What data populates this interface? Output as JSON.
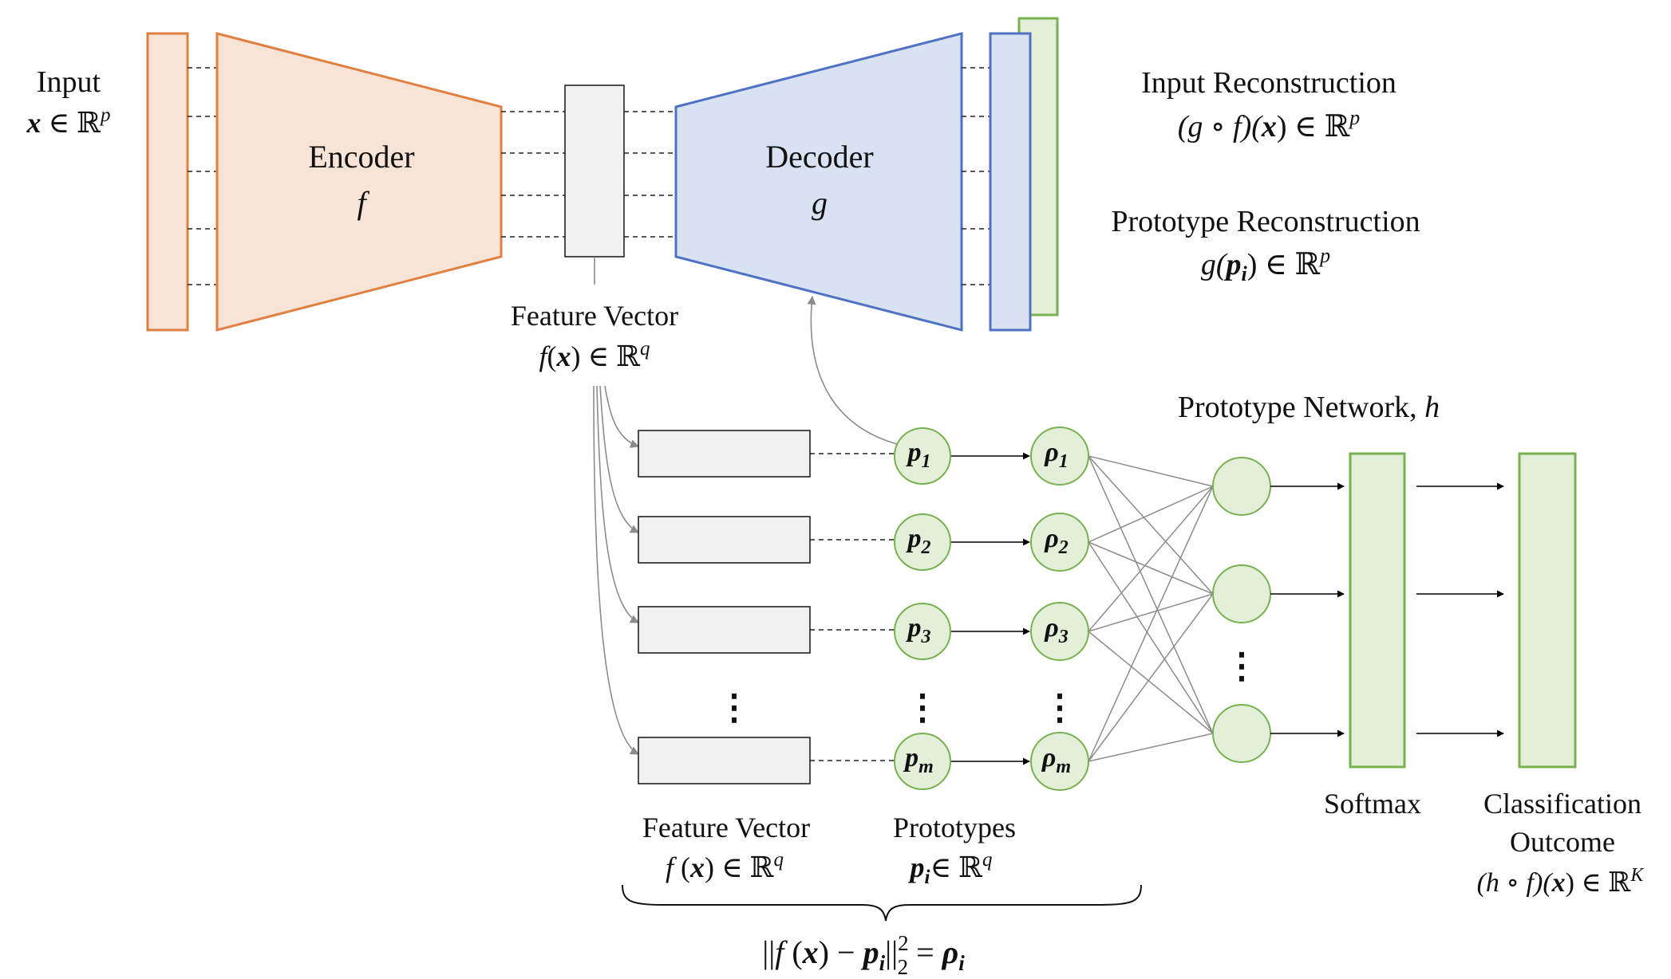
{
  "colors": {
    "encoder_stroke": "#e07f3f",
    "encoder_fill": "#f8e4d6",
    "decoder_stroke": "#4f72c4",
    "decoder_fill": "#d8e2f3",
    "green_stroke": "#78b150",
    "green_fill": "#e3efd9",
    "gray_fill": "#f1f1f1",
    "line_gray": "#8c8c8c"
  },
  "input": {
    "title": "Input",
    "x": "x",
    "in": " ∈ ℝ",
    "p": "p"
  },
  "encoder": {
    "title": "Encoder",
    "symbol": "f"
  },
  "decoder": {
    "title": "Decoder",
    "symbol": "g"
  },
  "feature_top": {
    "title": "Feature Vector",
    "f": "f",
    "lp": "(",
    "x": "x",
    "rp": ")",
    "in": " ∈ ℝ",
    "q": "q"
  },
  "recon_input": {
    "title": "Input Reconstruction",
    "pre": "(g ∘ f)(",
    "x": "x",
    "post": ") ∈ ℝ",
    "p": "p"
  },
  "recon_proto": {
    "title": "Prototype Reconstruction",
    "g": "g(",
    "p": "p",
    "i": "i",
    "post": ") ∈ ℝ",
    "sup": "p"
  },
  "proto_network": {
    "title": "Prototype Network, ",
    "h": "h"
  },
  "prototypes": [
    {
      "base": "p",
      "sub": "1"
    },
    {
      "base": "p",
      "sub": "2"
    },
    {
      "base": "p",
      "sub": "3"
    },
    {
      "base": "p",
      "sub": "m"
    }
  ],
  "distances": [
    {
      "base": "ρ",
      "sub": "1"
    },
    {
      "base": "ρ",
      "sub": "2"
    },
    {
      "base": "ρ",
      "sub": "3"
    },
    {
      "base": "ρ",
      "sub": "m"
    }
  ],
  "ellipsis": "⋮",
  "softmax": "Softmax",
  "classification": {
    "line1": "Classification",
    "line2": "Outcome",
    "pre": "(h ∘ f)(",
    "x": "x",
    "post": ") ∈ ℝ",
    "K": "K"
  },
  "feature_bottom": {
    "title": "Feature Vector",
    "f": "f",
    "lp": " (",
    "x": "x",
    "rp": ")",
    "in": " ∈ ℝ",
    "q": "q"
  },
  "prototypes_label": {
    "title": "Prototypes",
    "p": "p",
    "i": "i",
    "in": "∈ ℝ",
    "q": "q"
  },
  "formula": {
    "open": "||",
    "f": "f",
    "lp": " (",
    "x": "x",
    "rp": ") − ",
    "p": "p",
    "i": "i",
    "close": "||",
    "two_sup": "2",
    "two_sub": "2",
    "eq": " = ",
    "rho": "ρ",
    "rho_i": "i"
  }
}
